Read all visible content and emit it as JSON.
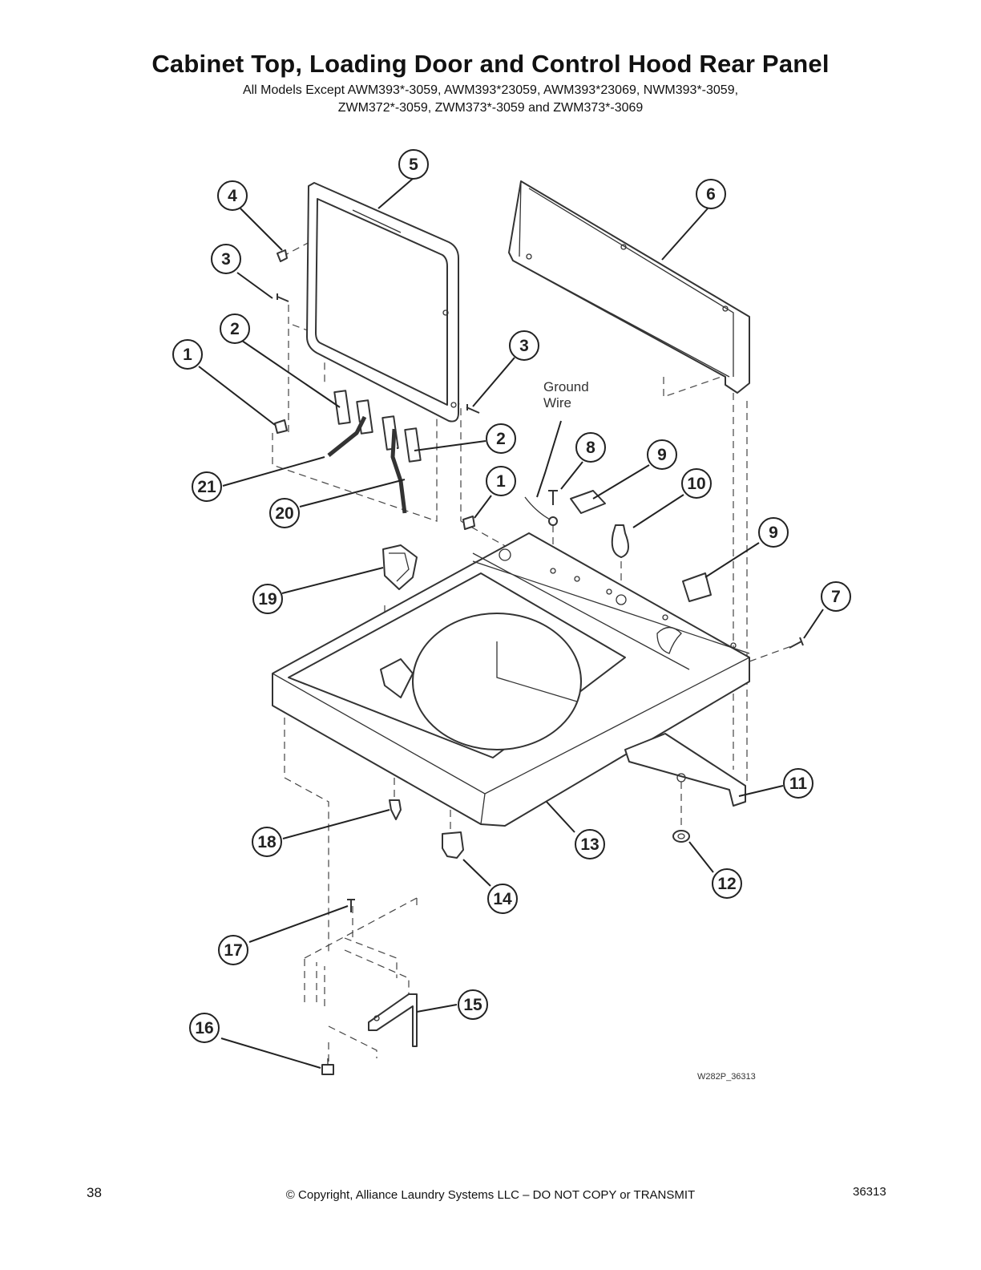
{
  "header": {
    "title": "Cabinet Top, Loading Door and Control Hood Rear Panel",
    "subtitle_line1": "All Models Except AWM393*-3059, AWM393*23059, AWM393*23069, NWM393*-3059,",
    "subtitle_line2": "ZWM372*-3059, ZWM373*-3059 and ZWM373*-3069"
  },
  "diagram": {
    "ground_wire_label_line1": "Ground",
    "ground_wire_label_line2": "Wire",
    "drawing_code": "W282P_36313",
    "callouts": [
      "5",
      "4",
      "6",
      "3",
      "3",
      "2",
      "1",
      "2",
      "8",
      "9",
      "1",
      "21",
      "10",
      "20",
      "9",
      "19",
      "7",
      "11",
      "18",
      "13",
      "12",
      "14",
      "17",
      "15",
      "16"
    ]
  },
  "footer": {
    "page_number": "38",
    "copyright": "© Copyright, Alliance Laundry Systems LLC – DO NOT COPY or TRANSMIT",
    "document_number": "36313"
  }
}
